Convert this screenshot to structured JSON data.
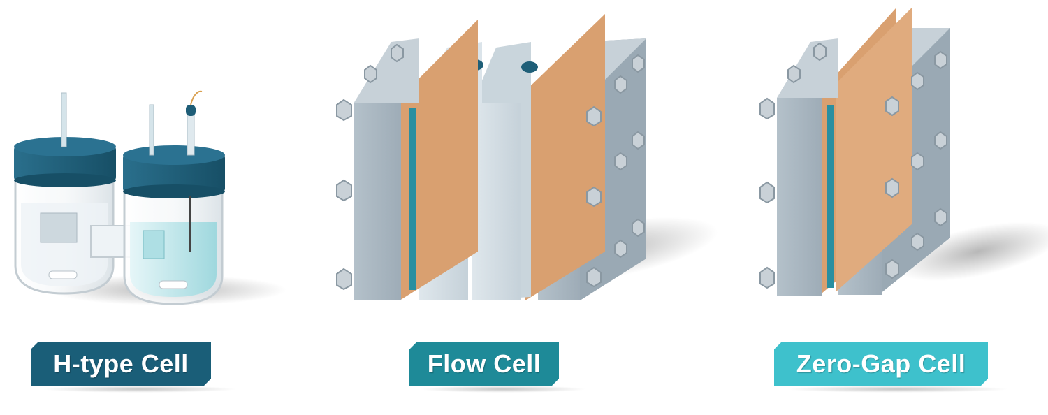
{
  "cells": [
    {
      "id": "h-type",
      "label": "H-type Cell",
      "color": "#1a5e78"
    },
    {
      "id": "flow",
      "label": "Flow Cell",
      "color": "#1e8a98"
    },
    {
      "id": "zero-gap",
      "label": "Zero-Gap Cell",
      "color": "#3ec1cc"
    }
  ],
  "colors": {
    "cap": "#1e5d77",
    "cap_top": "#2b7291",
    "glass": "#e8eef1",
    "electrolyte": "#bfe6ea",
    "plate_front": "#a9b7c2",
    "plate_side": "#8a9aa6",
    "plate_top": "#c8d2da",
    "copper": "#d9a070",
    "membrane": "#2a8fa0",
    "bolt": "#c9d1d7"
  }
}
